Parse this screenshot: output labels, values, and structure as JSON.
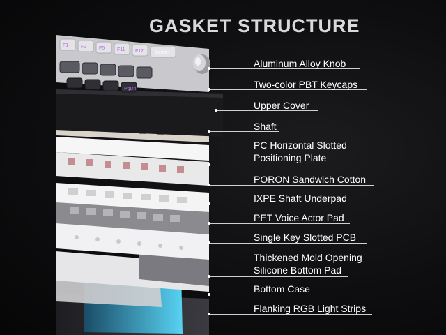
{
  "header": {
    "title": "GASKET STRUCTURE"
  },
  "keycap_legends": {
    "f1": "F1",
    "f2": "F2",
    "f5": "F5",
    "f11": "F11",
    "f12": "F12",
    "delete": "Delete",
    "pgdn": "PgDn"
  },
  "layers": [
    {
      "name": "Aluminum Alloy Knob"
    },
    {
      "name": "Two-color PBT Keycaps"
    },
    {
      "name": "Upper Cover"
    },
    {
      "name": "Shaft"
    },
    {
      "name": "PC Horizontal Slotted",
      "name_line2": "Positioning Plate"
    },
    {
      "name": "PORON Sandwich Cotton"
    },
    {
      "name": "IXPE Shaft Underpad"
    },
    {
      "name": "PET Voice Actor Pad"
    },
    {
      "name": "Single Key Slotted PCB"
    },
    {
      "name": "Thickened Mold Opening",
      "name_line2": "Silicone Bottom Pad"
    },
    {
      "name": "Bottom Case"
    },
    {
      "name": "Flanking RGB Light Strips"
    }
  ],
  "colors": {
    "keycap_light": "#d8d8dc",
    "keycap_dark": "#3a3a40",
    "legend_purple": "#b46ee6",
    "rgb_strip": "#3fb6e0"
  }
}
